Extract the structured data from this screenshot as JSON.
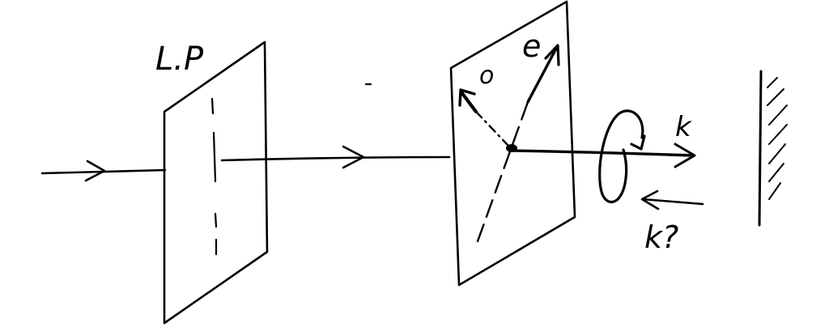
{
  "labels": {
    "polarizer": "L.P",
    "ordinary_axis": "o",
    "extraordinary_axis": "e",
    "wave_vector": "k",
    "reflected_wave_vector": "k?"
  },
  "colors": {
    "ink": "#000000",
    "background": "#ffffff"
  }
}
